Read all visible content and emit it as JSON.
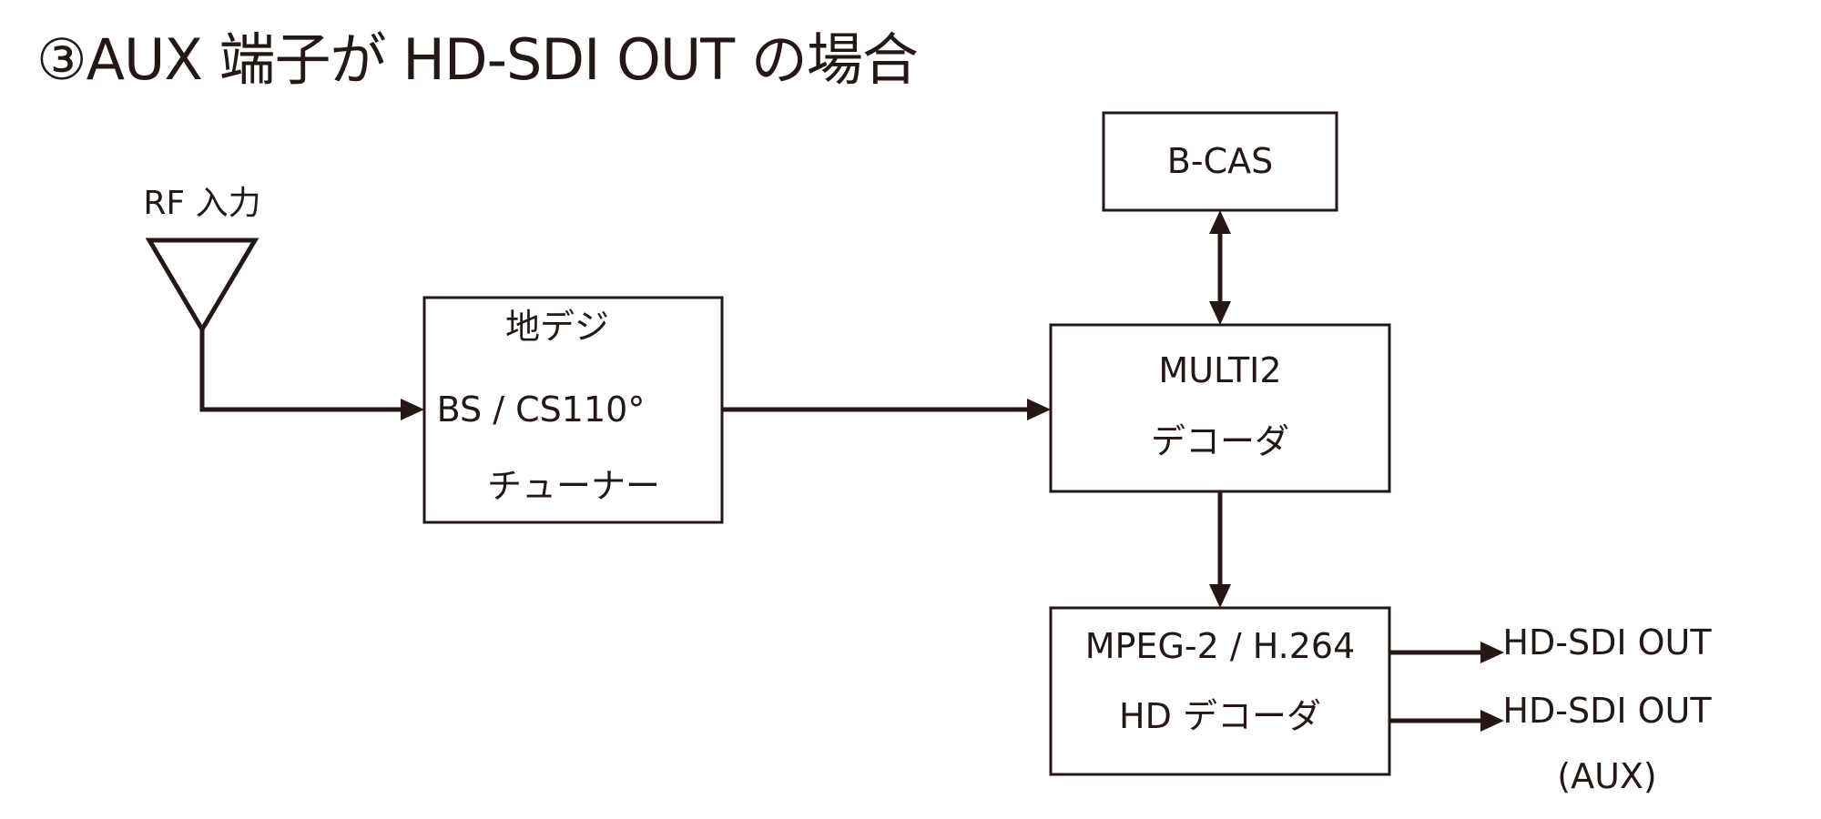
{
  "title": "③AUX 端子が HD-SDI OUT の場合",
  "input_label": "RF 入力",
  "tuner": {
    "line1": "地デジ",
    "line2": "BS / CS110°",
    "line3": "チューナー"
  },
  "bcas": {
    "label": "B-CAS"
  },
  "multi2": {
    "line1": "MULTI2",
    "line2": "デコーダ"
  },
  "hd_decoder": {
    "line1": "MPEG-2 / H.264",
    "line2": "HD デコーダ"
  },
  "outputs": [
    {
      "label": "HD-SDI OUT"
    },
    {
      "label": "HD-SDI OUT",
      "sublabel": "(AUX)"
    }
  ],
  "colors": {
    "ink": "#231815",
    "background": "#ffffff"
  }
}
